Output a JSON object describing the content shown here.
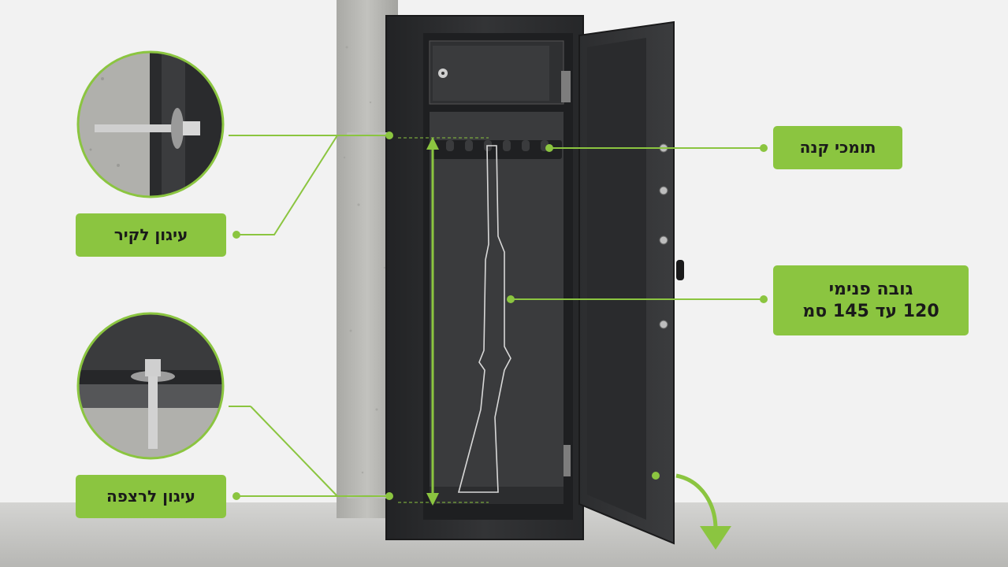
{
  "labels": {
    "barrel_supports": "תומכי קנה",
    "inner_height_line1": "גובה פנימי",
    "inner_height_line2": "120 עד 145 סמ",
    "wall_anchor": "עיגון לקיר",
    "floor_anchor": "עיגון לרצפה"
  },
  "colors": {
    "accent_green": "#8bc540",
    "background": "#f2f2f2",
    "floor": "#c9c9c7",
    "safe_body": "#2b2c2e",
    "safe_interior": "#3a3b3d",
    "concrete": "#b5b5b1"
  },
  "icons": {
    "open_arrow": "curved-arrow-down-icon",
    "height_arrow": "double-vertical-arrow-icon",
    "rifle": "rifle-outline-icon",
    "key_lock": "keyhole-icon"
  }
}
